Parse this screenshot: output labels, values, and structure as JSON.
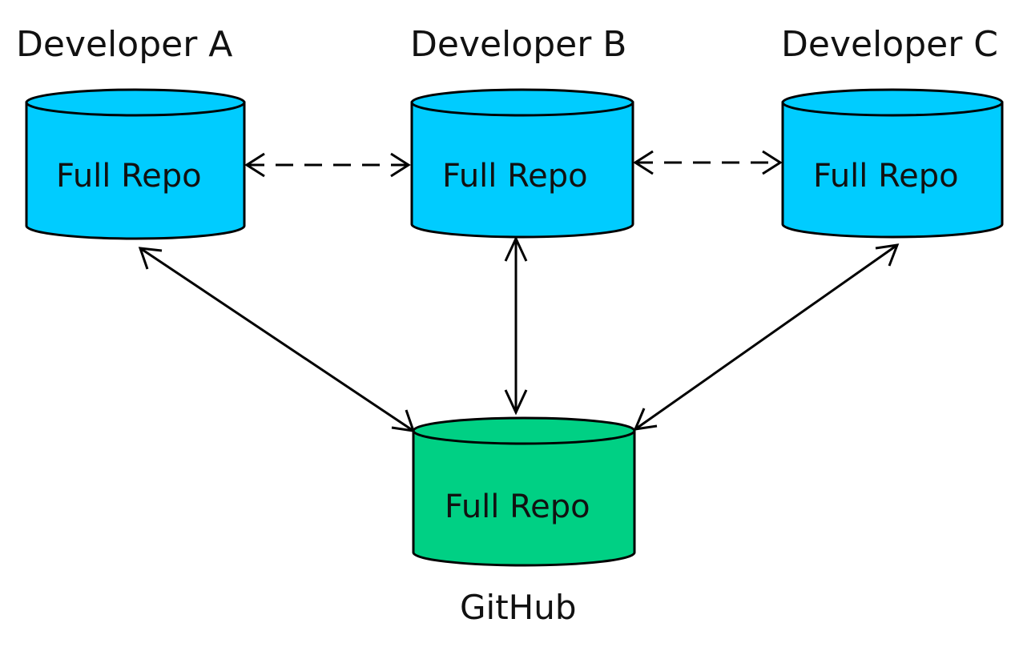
{
  "developers": [
    {
      "id": "a",
      "title": "Developer A",
      "repo_label": "Full Repo",
      "color": "#00CCFF"
    },
    {
      "id": "b",
      "title": "Developer B",
      "repo_label": "Full Repo",
      "color": "#00CCFF"
    },
    {
      "id": "c",
      "title": "Developer C",
      "repo_label": "Full Repo",
      "color": "#00CCFF"
    }
  ],
  "server": {
    "title": "GitHub",
    "repo_label": "Full Repo",
    "color": "#00D084"
  },
  "connections": [
    {
      "from": "Developer A",
      "to": "Developer B",
      "style": "dashed",
      "direction": "both"
    },
    {
      "from": "Developer B",
      "to": "Developer C",
      "style": "dashed",
      "direction": "both"
    },
    {
      "from": "Developer A",
      "to": "GitHub",
      "style": "solid",
      "direction": "both"
    },
    {
      "from": "Developer B",
      "to": "GitHub",
      "style": "solid",
      "direction": "both"
    },
    {
      "from": "Developer C",
      "to": "GitHub",
      "style": "solid",
      "direction": "both"
    }
  ]
}
